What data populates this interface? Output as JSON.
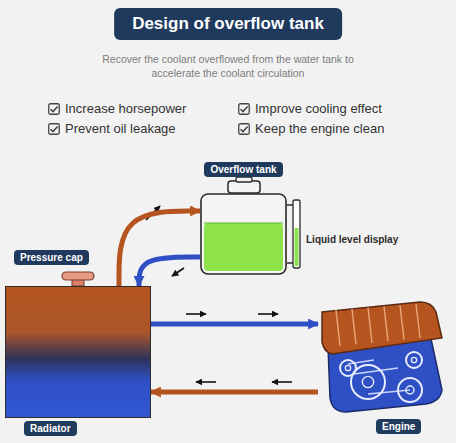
{
  "diagram": {
    "title": "Design of overflow tank",
    "nodes": [
      {
        "text": [
          "Overflow tank"
        ]
      },
      {
        "text": [
          "Radiator"
        ]
      },
      {
        "text": [
          "Engine"
        ]
      }
    ],
    "edges": [
      {
        "from": 1,
        "to": 0,
        "arrow": "to"
      },
      {
        "from": 0,
        "to": 1,
        "arrow": "to"
      },
      {
        "from": 1,
        "to": 2,
        "arrow": "to"
      },
      {
        "from": 2,
        "to": 1,
        "arrow": "to"
      }
    ],
    "labels": [
      "Recover the coolant overflowed from the water tank to accelerate the coolant circulation",
      "Increase horsepower",
      "Improve cooling effect",
      "Prevent oil leakage",
      "Keep the engine clean",
      "Pressure cap",
      "Liquid level display"
    ]
  }
}
